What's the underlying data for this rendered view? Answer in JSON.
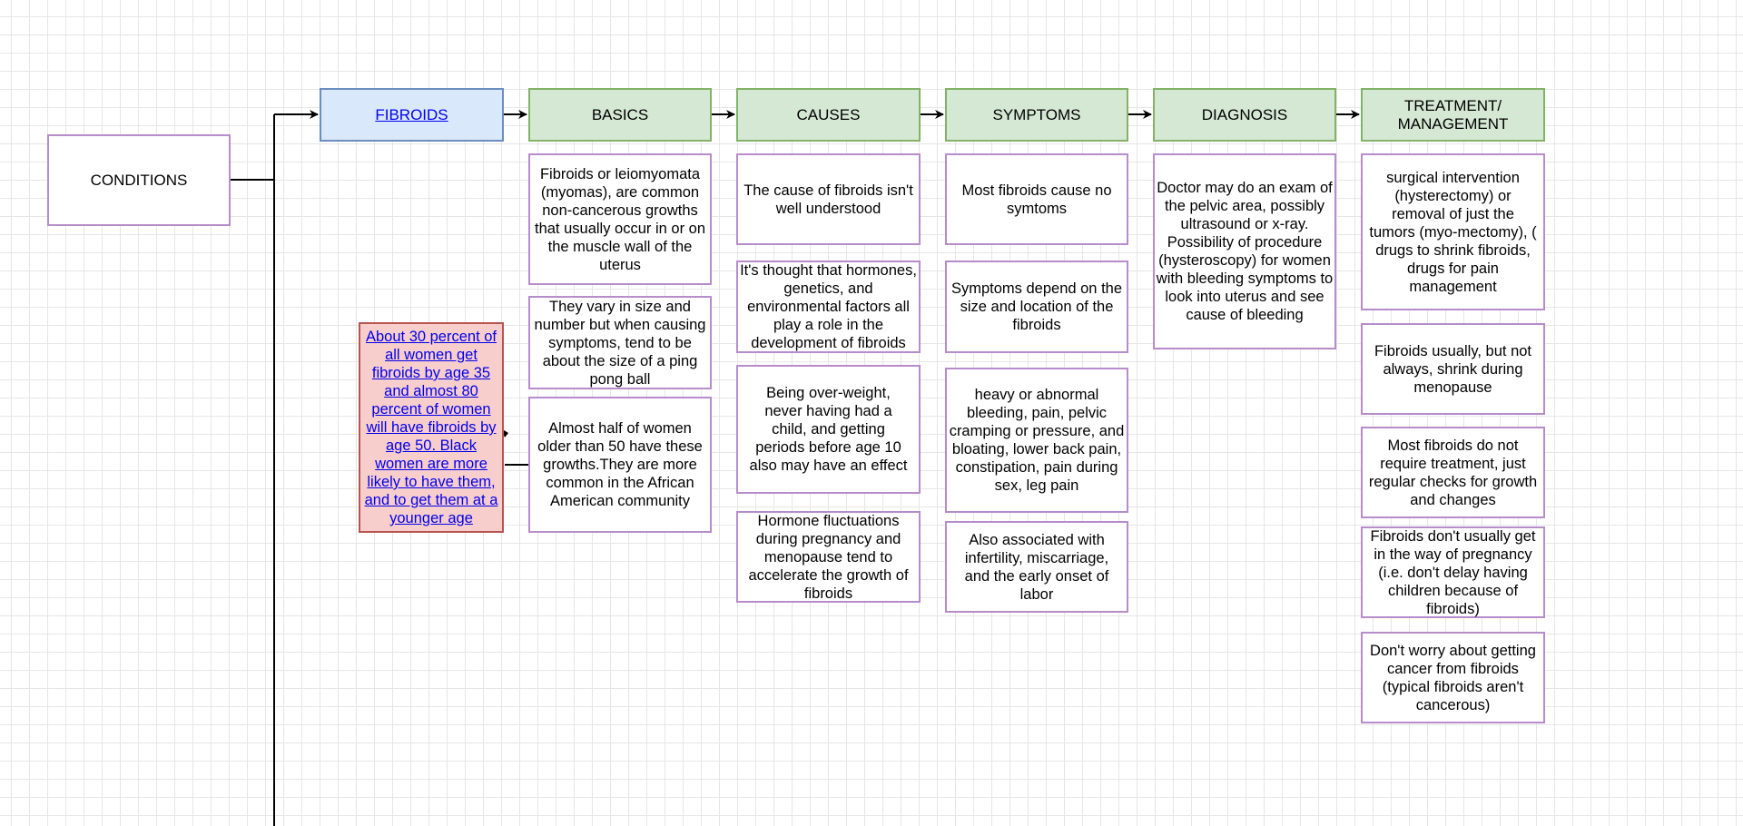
{
  "colors": {
    "purple_border": "#b78ccb",
    "green_fill": "#d5e8d4",
    "green_border": "#82b366",
    "blue_fill": "#dae8fc",
    "blue_border": "#6c8ebf",
    "red_fill": "#f8cecc",
    "red_border": "#b85450",
    "link": "#0000ee"
  },
  "nodes": {
    "conditions": "CONDITIONS",
    "fibroids": "FIBROIDS",
    "stat": "About 30 percent of all women get fibroids by age 35 and almost 80 percent of women will have fibroids by age 50. Black women are more likely to have them, and to get them at a younger age"
  },
  "headers": {
    "basics": "BASICS",
    "causes": "CAUSES",
    "symptoms": "SYMPTOMS",
    "diagnosis": "DIAGNOSIS",
    "treatment": "TREATMENT/ MANAGEMENT"
  },
  "basics": [
    "Fibroids or leiomyomata (myomas), are common non-cancerous growths that usually occur in or on the muscle wall of the uterus",
    "They vary in size and number but when causing symptoms, tend to be about the size of a ping pong ball",
    "Almost half of women older than 50 have these growths.They are more common in the African American community"
  ],
  "causes": [
    "The cause of fibroids isn't well understood",
    "It's thought that hormones, genetics, and environmental factors all play a role in the development of fibroids",
    "Being over-weight, never having had a child, and getting periods before age 10 also may have an effect",
    "Hormone fluctuations during pregnancy and menopause tend to accelerate the growth of fibroids"
  ],
  "symptoms": [
    "Most fibroids cause no symtoms",
    "Symptoms depend on the size and location of the fibroids",
    "heavy or abnormal bleeding, pain, pelvic cramping or pressure, and bloating, lower back pain, constipation, pain during sex, leg pain",
    "Also associated with infertility, miscarriage, and the early onset of labor"
  ],
  "diagnosis": [
    "Doctor may do an exam of the pelvic area, possibly ultrasound or x-ray. Possibility of procedure (hysteroscopy) for women with bleeding symptoms to look into uterus and see cause of bleeding"
  ],
  "treatment": [
    "surgical intervention (hysterectomy) or removal of just the tumors (myo-mectomy), ( drugs to shrink fibroids, drugs for pain management",
    "Fibroids usually, but not always, shrink during menopause",
    "Most fibroids do not require treatment, just regular checks for growth and changes",
    "Fibroids don't usually get in the way of pregnancy (i.e. don't delay having children because of fibroids)",
    "Don't worry about getting cancer from fibroids (typical fibroids aren't cancerous)"
  ]
}
